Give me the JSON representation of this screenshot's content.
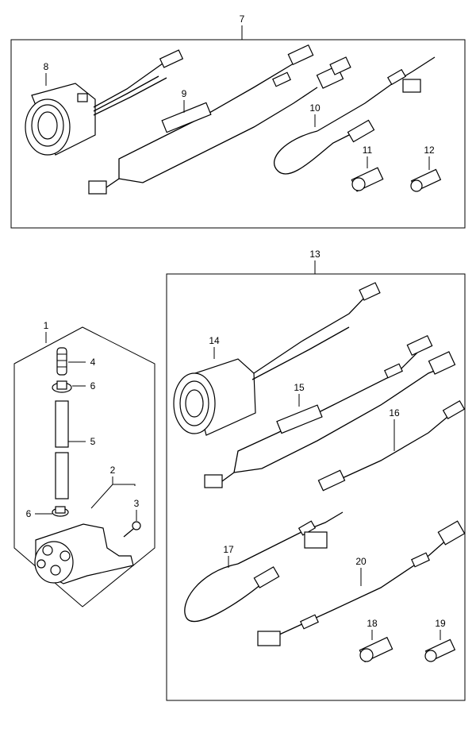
{
  "callouts": {
    "c1": "1",
    "c2": "2",
    "c3": "3",
    "c4": "4",
    "c5": "5",
    "c6a": "6",
    "c6b": "6",
    "c7": "7",
    "c8": "8",
    "c9": "9",
    "c10": "10",
    "c11": "11",
    "c12": "12",
    "c13": "13",
    "c14": "14",
    "c15": "15",
    "c16": "16",
    "c17": "17",
    "c18": "18",
    "c19": "19",
    "c20": "20"
  }
}
